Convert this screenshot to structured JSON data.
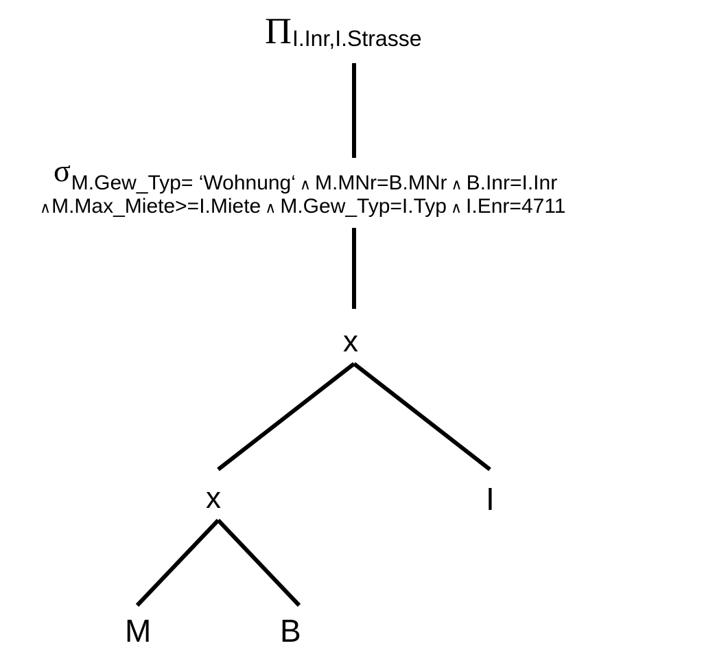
{
  "projection": {
    "operator": "Π",
    "attributes": "I.Inr,I.Strasse"
  },
  "selection": {
    "operator": "σ",
    "condition_line1": "M.Gew_Typ= ‘Wohnung‘",
    "and": "∧",
    "cond_2": "M.MNr=B.MNr",
    "cond_3": "B.Inr=I.Inr",
    "cond_4": "M.Max_Miete>=I.Miete",
    "cond_5": "M.Gew_Typ=I.Typ",
    "cond_6": "I.Enr=4711"
  },
  "cross_product_top": "x",
  "cross_product_left": "x",
  "leaves": {
    "m": "M",
    "b": "B",
    "i": "I"
  }
}
